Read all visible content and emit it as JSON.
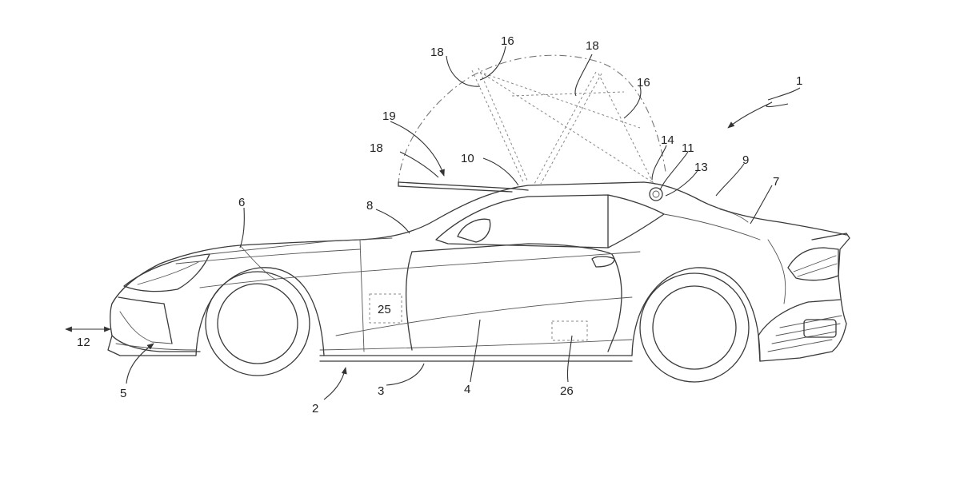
{
  "labels": {
    "l1": "1",
    "l2": "2",
    "l3": "3",
    "l4": "4",
    "l5": "5",
    "l6": "6",
    "l7": "7",
    "l8": "8",
    "l9": "9",
    "l10": "10",
    "l11": "11",
    "l12": "12",
    "l13": "13",
    "l14": "14",
    "l16a": "16",
    "l16b": "16",
    "l18a": "18",
    "l18b": "18",
    "l18c": "18",
    "l19": "19",
    "l25": "25",
    "l26": "26"
  }
}
